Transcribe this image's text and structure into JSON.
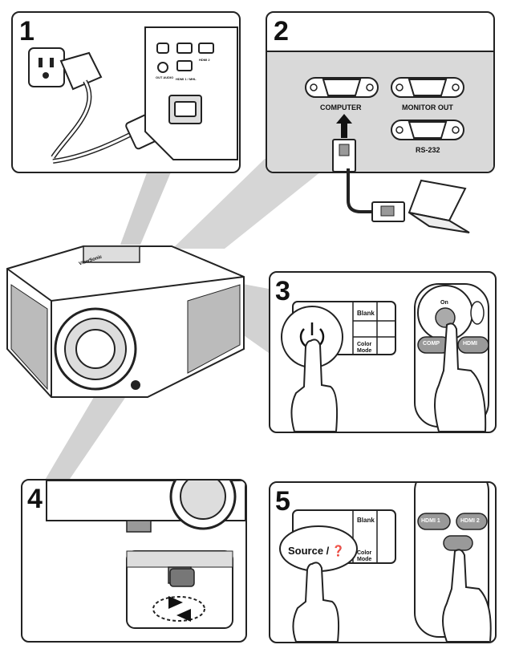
{
  "steps": {
    "power": {
      "number": "1",
      "ports": [
        "OUT AUDIO",
        "HDMI 1 / MHL",
        "HDMI 2"
      ]
    },
    "connect": {
      "number": "2",
      "ports": {
        "computer": "COMPUTER",
        "monitor_out": "MONITOR OUT",
        "rs232": "RS-232"
      }
    },
    "power_on": {
      "number": "3",
      "keypad": {
        "blank": "Blank",
        "color_mode": "Color Mode"
      },
      "remote": {
        "on": "On",
        "comp": "COMP",
        "hdmi": "HDMI"
      }
    },
    "focus": {
      "number": "4"
    },
    "source": {
      "number": "5",
      "keypad": {
        "blank": "Blank",
        "color_mode": "Color Mode",
        "source": "Source / ❓"
      },
      "remote": {
        "hdmi1": "HDMI 1",
        "hdmi2": "HDMI 2"
      }
    }
  },
  "brand": "ViewSonic",
  "colors": {
    "line": "#222222",
    "beam": "#c8c8c8",
    "panel_fill": "#d9d9d9",
    "port_fill": "#ffffff"
  },
  "icons": [
    "wall-outlet-icon",
    "power-plug-icon",
    "vga-cable-icon",
    "laptop-icon",
    "projector-icon",
    "power-symbol-icon",
    "hand-pointer-icon",
    "remote-control-icon",
    "focus-ring-icon",
    "rotate-arrows-icon"
  ]
}
